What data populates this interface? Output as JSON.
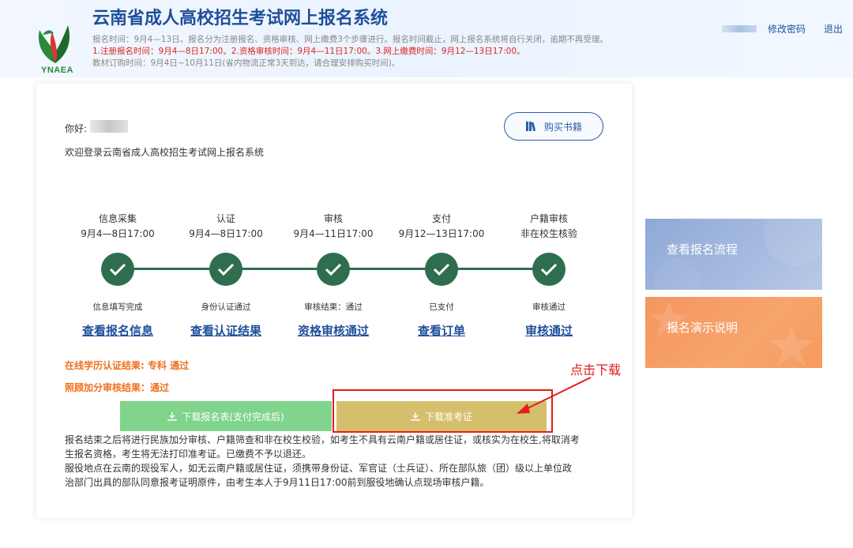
{
  "header": {
    "title": "云南省成人高校招生考试网上报名系统",
    "logo_text": "YNAEA",
    "notice_line1": "报名时间：9月4—13日。报名分为注册报名、资格审核、网上缴费3个步骤进行。报名时间截止，网上报名系统将自行关闭，逾期不再受理。",
    "notice_line2": "1.注册报名时间：9月4—8日17:00。2.资格审核时间：9月4—11日17:00。3.网上缴费时间：9月12—13日17:00。",
    "notice_line3": "教材订购时间：9月4日~10月11日(省内物流正常3天到达，请合理安排购买时间)。",
    "change_password": "修改密码",
    "logout": "退出"
  },
  "card": {
    "hello": "你好:",
    "welcome": "欢迎登录云南省成人高校招生考试网上报名系统",
    "buy_books": "购买书籍",
    "steps": [
      {
        "name": "信息采集",
        "time": "9月4—8日17:00",
        "status": "信息填写完成",
        "link": "查看报名信息"
      },
      {
        "name": "认证",
        "time": "9月4—8日17:00",
        "status": "身份认证通过",
        "link": "查看认证结果"
      },
      {
        "name": "审核",
        "time": "9月4—11日17:00",
        "status": "审核结果：通过",
        "link": "资格审核通过"
      },
      {
        "name": "支付",
        "time": "9月12—13日17:00",
        "status": "已支付",
        "link": "查看订单"
      },
      {
        "name": "户籍审核",
        "time": "非在校生核验",
        "status": "审核通过",
        "link": "审核通过"
      }
    ],
    "result_education": "在线学历认证结果: 专科 通过",
    "result_bonus": "照顾加分审核结果：通过",
    "btn_download_form": "下载报名表(支付完成后)",
    "btn_download_ticket": "下载准考证",
    "para_line1": "报名结束之后将进行民族加分审核、户籍筛查和非在校生校验，如考生不具有云南户籍或居住证，或核实为在校生,将取消考",
    "para_line2": "生报名资格，考生将无法打印准考证。已缴费不予以退还。",
    "para_line3": "服役地点在云南的现役军人，如无云南户籍或居住证，须携带身份证、军官证（士兵证）、所在部队旅（团）级以上单位政",
    "para_line4": "治部门出具的部队同意报考证明原件，由考生本人于9月11日17:00前到服役地确认点现场审核户籍。"
  },
  "annotation": "点击下载",
  "side": {
    "flow": "查看报名流程",
    "demo": "报名演示说明"
  },
  "colors": {
    "brand_blue": "#1f4f9a",
    "step_green": "#2e6e4e",
    "warning_orange": "#f07020",
    "annotation_red": "#e31d1d",
    "button_green": "#80d48c",
    "button_gold": "#d6bf6c"
  },
  "icons": [
    "logo-icon",
    "book-icon",
    "check-icon",
    "download-icon",
    "arrow-icon"
  ]
}
